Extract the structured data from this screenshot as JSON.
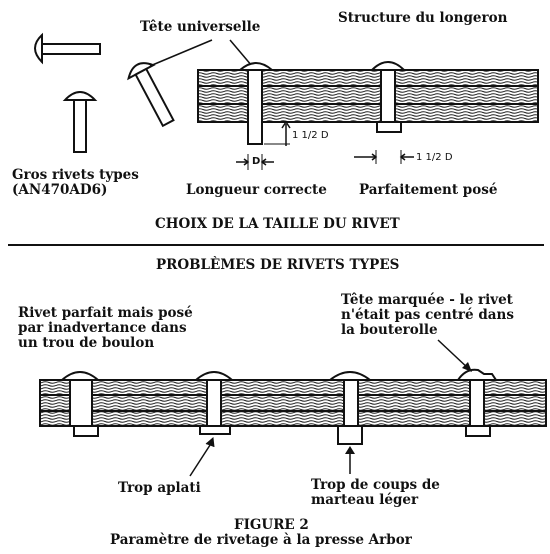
{
  "top": {
    "universal_head_label": "Tête universelle",
    "structure_label": "Structure du longeron",
    "big_rivets_label_line1": "Gros rivets types",
    "big_rivets_label_line2": "(AN470AD6)",
    "correct_length_label": "Longueur correcte",
    "perfect_set_label": "Parfaitement posé",
    "dim_D": "D",
    "dim_one_half_D": "1 1/2 D",
    "dim_one_half_D_bottom": "1 1/2 D"
  },
  "section1_title": "CHOIX DE LA TAILLE DU RIVET",
  "section2_title": "PROBLÈMES DE RIVETS TYPES",
  "bottom": {
    "bolt_hole_label_l1": "Rivet parfait mais posé",
    "bolt_hole_label_l2": "par inadvertance dans",
    "bolt_hole_label_l3": "un trou de boulon",
    "marked_head_l1": "Tête marquée - le rivet",
    "marked_head_l2": "n'était pas centré dans",
    "marked_head_l3": "la bouterolle",
    "too_flat_label": "Trop aplati",
    "too_many_l1": "Trop de coups de",
    "too_many_l2": "marteau léger"
  },
  "figure": {
    "number": "FIGURE 2",
    "caption": "Paramètre de rivetage à la presse Arbor"
  }
}
